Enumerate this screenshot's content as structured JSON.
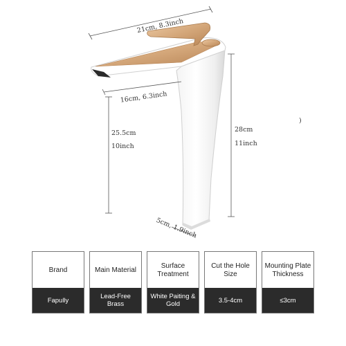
{
  "dimensions": {
    "spout_length": "21cm, 8.3inch",
    "reach": "16cm, 6.3inch",
    "spout_height_cm": "25.5cm",
    "spout_height_in": "10inch",
    "total_height_cm": "28cm",
    "total_height_in": "11inch",
    "base_diameter": "5cm, 1.9inch",
    "stray_mark": ")"
  },
  "specs": [
    {
      "label": "Brand",
      "value": "Fapully"
    },
    {
      "label": "Main Material",
      "value": "Lead-Free Brass"
    },
    {
      "label": "Surface Treatment",
      "value": "White Paiting & Gold"
    },
    {
      "label": "Cut the Hole Size",
      "value": "3.5-4cm"
    },
    {
      "label": "Mounting Plate Thickness",
      "value": "≤3cm"
    }
  ],
  "colors": {
    "faucet_body": "#ffffff",
    "handle_gold": "#d4a77a",
    "spec_value_bg": "#2b2b2b",
    "dimension_line": "#555555"
  }
}
